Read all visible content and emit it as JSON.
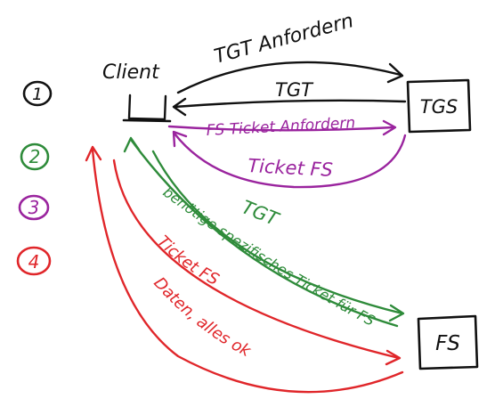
{
  "colors": {
    "black": "#111111",
    "green": "#2e8b3a",
    "purple": "#9a249e",
    "red": "#e0262a"
  },
  "steps": {
    "step1": "1",
    "step2": "2",
    "step3": "3",
    "step4": "4"
  },
  "nodes": {
    "client": "Client",
    "tgs": "TGS",
    "fs": "FS"
  },
  "messages": {
    "tgt_request": "TGT Anfordern",
    "tgt_reply": "TGT",
    "fs_ticket_request": "FS Ticket Anfordern",
    "ticket_fs_reply": "Ticket FS",
    "tgt_to_fs": "TGT",
    "need_ticket": "benötige spezifisches Ticket für FS",
    "ticket_fs_to_fs": "Ticket FS",
    "data_ok": "Daten, alles ok"
  }
}
